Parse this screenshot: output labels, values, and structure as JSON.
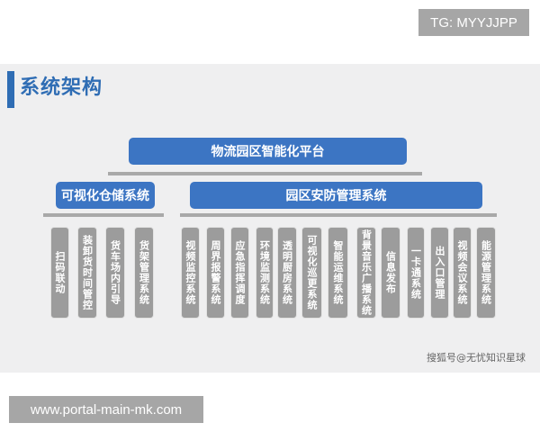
{
  "watermarks": {
    "top_right": "TG: MYYJJPP",
    "bottom_left": "www.portal-main-mk.com"
  },
  "slide": {
    "title": "系统架构",
    "credit": "搜狐号@无忧知识星球",
    "colors": {
      "accent": "#2f6db4",
      "box": "#3c75c3",
      "pillar": "#9c9c9c",
      "shelf": "#a9a9a9",
      "background": "#efeff0"
    }
  },
  "diagram": {
    "root": "物流园区智能化平台",
    "branches": [
      {
        "label": "可视化仓储系统",
        "children": [
          "扫码联动",
          "装卸货时间管控",
          "货车场内引导",
          "货架管理系统"
        ]
      },
      {
        "label": "园区安防管理系统",
        "children": [
          "视频监控系统",
          "周界报警系统",
          "应急指挥调度",
          "环境监测系统",
          "透明厨房系统",
          "可视化巡更系统",
          "智能运维系统",
          "背景音乐广播系统",
          "信息发布",
          "一卡通系统",
          "出入口管理",
          "视频会议系统",
          "能源管理系统"
        ]
      }
    ]
  }
}
